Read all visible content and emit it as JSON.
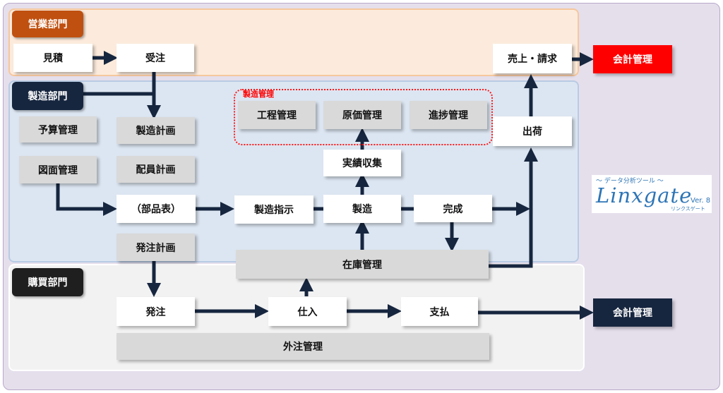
{
  "departments": {
    "sales": "営業部門",
    "manufacturing": "製造部門",
    "purchasing": "購買部門"
  },
  "sales_flow": {
    "estimate": "見積",
    "order_received": "受注",
    "sales_billing": "売上・請求",
    "accounting": "会計管理"
  },
  "manufacturing": {
    "budget": "予算管理",
    "drawing": "図面管理",
    "production_plan": "製造計画",
    "staff_plan": "配員計画",
    "bom": "（部品表）",
    "order_plan": "発注計画",
    "work_instruction": "製造指示",
    "production": "製造",
    "completion": "完成",
    "shipping": "出荷",
    "results_collection": "実績収集",
    "inventory": "在庫管理"
  },
  "production_management": {
    "label": "製造管理",
    "items": [
      "工程管理",
      "原価管理",
      "進捗管理"
    ]
  },
  "purchasing_flow": {
    "purchase_order": "発注",
    "receiving": "仕入",
    "payment": "支払",
    "outsourcing": "外注管理",
    "accounting": "会計管理"
  },
  "logo": {
    "tagline": "～ データ分析ツール ～",
    "name": "Linxgate",
    "version": "Ver. 8",
    "kana": "リンクスゲート"
  },
  "colors": {
    "sales_tag": "#c0500f",
    "manufacturing_tag": "#17263f",
    "purchasing_tag": "#1f1f1f",
    "accounting_red": "#ff0000",
    "accounting_dark": "#17263f",
    "arrow": "#17263f",
    "dashed_border": "#ff1a1a"
  }
}
